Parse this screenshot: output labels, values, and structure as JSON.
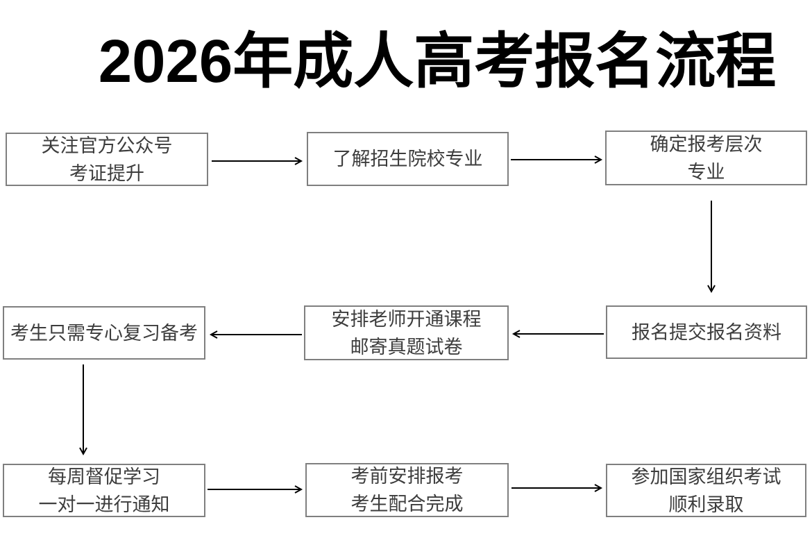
{
  "title": {
    "text": "2026年成人高考报名流程"
  },
  "flow": {
    "box_border_color": "#7f7f7f",
    "box_text_color": "#3d3d3d",
    "arrow_color": "#000000",
    "title_color": "#000000",
    "nodes": [
      {
        "id": "follow-official-account",
        "lines": [
          "关注官方公众号",
          "考证提升"
        ]
      },
      {
        "id": "learn-school-majors",
        "lines": [
          "了解招生院校专业"
        ]
      },
      {
        "id": "confirm-level-and-major",
        "lines": [
          "确定报考层次",
          "专业"
        ]
      },
      {
        "id": "submit-registration-materials",
        "lines": [
          "报名提交报名资料"
        ]
      },
      {
        "id": "teacher-opens-course-mails-papers",
        "lines": [
          "安排老师开通课程",
          "邮寄真题试卷"
        ]
      },
      {
        "id": "candidate-focus-review",
        "lines": [
          "考生只需专心复习备考"
        ]
      },
      {
        "id": "weekly-study-supervision",
        "lines": [
          "每周督促学习",
          "一对一进行通知"
        ]
      },
      {
        "id": "pre-exam-arrangement",
        "lines": [
          "考前安排报考",
          "考生配合完成"
        ]
      },
      {
        "id": "take-national-exam-admitted",
        "lines": [
          "参加国家组织考试",
          "顺利录取"
        ]
      }
    ]
  }
}
